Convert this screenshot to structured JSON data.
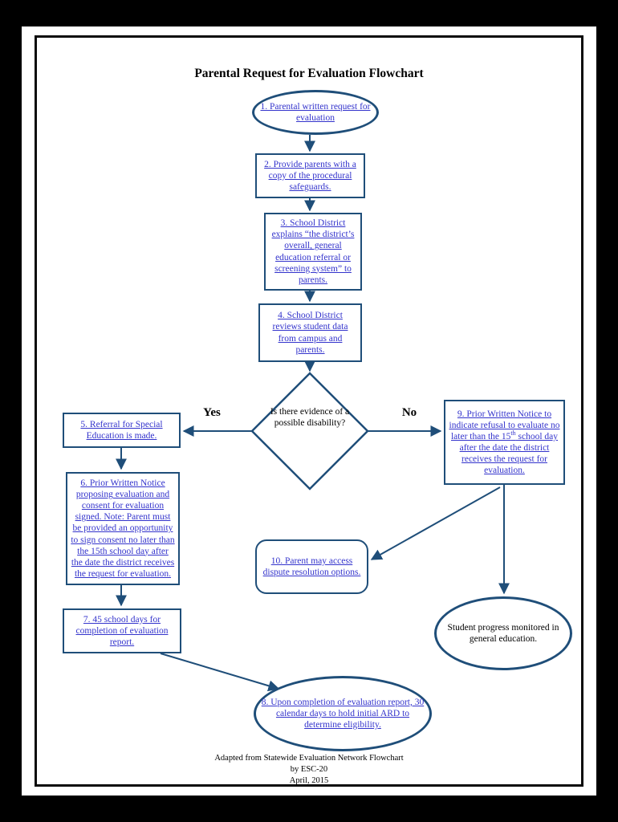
{
  "colors": {
    "navy": "#1F4E79",
    "link": "#3333CC"
  },
  "page": {
    "title": "Parental Request for Evaluation Flowchart",
    "footer": {
      "line1": "Adapted from Statewide Evaluation Network Flowchart",
      "line2": "by ESC-20",
      "line3": "April, 2015"
    }
  },
  "decision": {
    "text": "Is there evidence of a possible disability?",
    "yes_label": "Yes",
    "no_label": "No"
  },
  "nodes": {
    "n1": {
      "text": "1. Parental written request for evaluation"
    },
    "n2": {
      "text": "2. Provide parents with a copy of the procedural safeguards."
    },
    "n3": {
      "text": "3. School District explains “the district’s overall, general education referral or screening system” to parents."
    },
    "n4": {
      "text": "4. School District reviews student data from campus and parents."
    },
    "n5": {
      "text": "5. Referral for Special Education is made."
    },
    "n6": {
      "text": "6. Prior Written Notice proposing evaluation and consent for evaluation signed.  Note: Parent must be provided an opportunity to sign consent no later than the 15th school day after the date the district receives the request for evaluation."
    },
    "n7": {
      "text": "7. 45 school days for completion of evaluation report."
    },
    "n8": {
      "text": "8. Upon completion of evaluation report, 30 calendar days to hold initial ARD to determine eligibility."
    },
    "n9": {
      "pre": "9. Prior Written Notice to indicate refusal to evaluate no later than the 15",
      "sup": "th",
      "post": " school day after the date the district receives the request for evaluation."
    },
    "n10": {
      "text": "10. Parent may access dispute resolution options."
    },
    "n11": {
      "text": "Student progress monitored in general education."
    }
  }
}
